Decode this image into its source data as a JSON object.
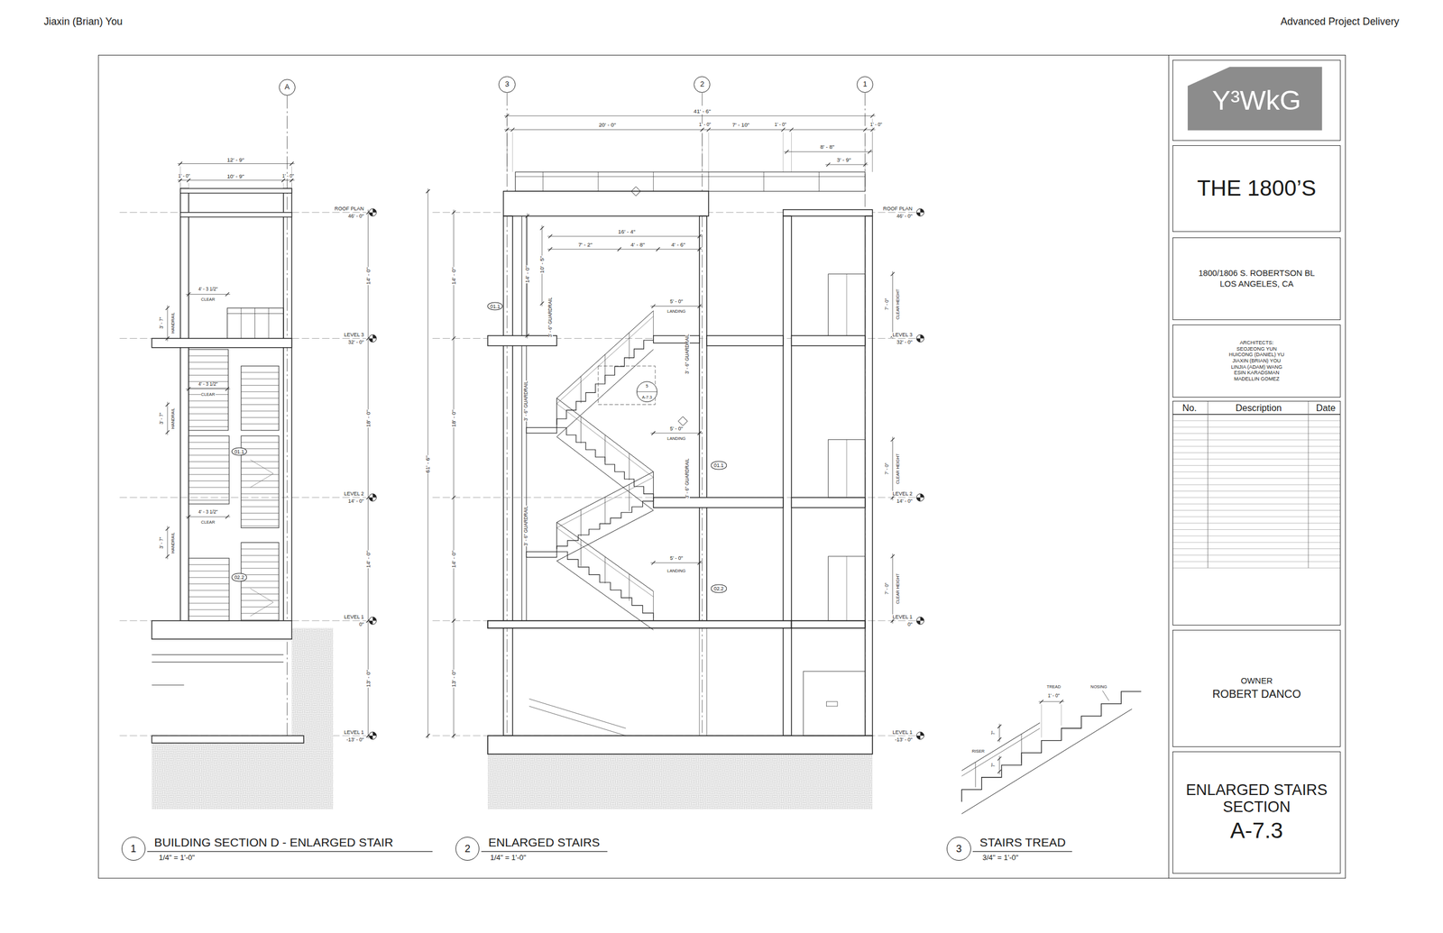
{
  "diagram": {
    "nodes": [
      {
        "text": [
          "A"
        ]
      },
      {
        "text": [
          "3"
        ]
      },
      {
        "text": [
          "2"
        ]
      },
      {
        "text": [
          "1"
        ]
      },
      {
        "text": [
          "1"
        ]
      },
      {
        "text": [
          "2"
        ]
      },
      {
        "text": [
          "3"
        ]
      },
      {
        "text": [
          "Y³WkG"
        ]
      },
      {
        "text": [
          "THE 1800’S"
        ]
      },
      {
        "text": [
          "1800/1806 S. ROBERTSON BL",
          "LOS ANGELES, CA"
        ]
      },
      {
        "text": [
          "ARCHITECTS:",
          "SEOJEONG YUN",
          "HUICONG (DANIEL) YU",
          "JIAXIN (BRIAN) YOU",
          "LINJIA (ADAM) WANG",
          "ESIN KARADSMAN",
          "MADELLIN GOMEZ"
        ]
      },
      {
        "text": [
          "No.",
          "Description",
          "Date"
        ]
      },
      {
        "text": [
          "OWNER",
          "ROBERT DANCO"
        ]
      },
      {
        "text": [
          "ENLARGED STAIRS SECTION",
          "A-7.3"
        ]
      }
    ],
    "labels": [
      "Jiaxin (Brian) You",
      "Advanced Project Delivery",
      "12' - 9\"",
      "1' - 0\"",
      "10' - 9\"",
      "1' - 0\"",
      "ROOF PLAN",
      "46' - 0\"",
      "LEVEL 3",
      "32' - 0\"",
      "LEVEL 2",
      "14' - 0\"",
      "LEVEL 1",
      "0\"",
      "LEVEL 1",
      "-13' - 0\"",
      "14' - 0\"",
      "18' - 0\"",
      "14' - 0\"",
      "13' - 0\"",
      "4' - 3 1/2\"",
      "CLEAR",
      "4' - 3 1/2\"",
      "CLEAR",
      "4' - 3 1/2\"",
      "CLEAR",
      "3' - 7\"",
      "HANDRAIL",
      "3' - 7\"",
      "HANDRAIL",
      "3' - 7\"",
      "HANDRAIL",
      "01.1",
      "02.2",
      "41' - 6\"",
      "20' - 0\"",
      "1' - 0\"",
      "7' - 10\"",
      "1' - 0\"",
      "1' - 0\"",
      "8' - 8\"",
      "3' - 9\"",
      "61' - 6\"",
      "14' - 0\"",
      "18' - 0\"",
      "14' - 0\"",
      "13' - 0\"",
      "14' - 0\"",
      "10' - 5\"",
      "16' - 4\"",
      "7' - 2\"",
      "4' - 8\"",
      "4' - 6\"",
      "5' - 0\"",
      "LANDING",
      "5' - 0\"",
      "LANDING",
      "5' - 0\"",
      "LANDING",
      "3' - 6\" GUARDRAIL",
      "3' - 6\" GUARDRAIL",
      "3' - 6\" GUARDRAIL",
      "3' - 6\" GUARDRAIL",
      "3' - 6\" GUARDRAIL",
      "01.1",
      "01.1",
      "02.2",
      "5",
      "A-7.3",
      "ROOF PLAN",
      "46' - 0\"",
      "LEVEL 3",
      "32' - 0\"",
      "LEVEL 2",
      "14' - 0\"",
      "LEVEL 1",
      "0\"",
      "LEVEL 1",
      "-13' - 0\"",
      "7' - 0\"",
      "CLEAR HEIGHT",
      "7' - 0\"",
      "CLEAR HEIGHT",
      "7' - 0\"",
      "CLEAR HEIGHT",
      "TREAD",
      "1' - 0\"",
      "NOSING",
      "7\"",
      "RISER",
      "7\"",
      "BUILDING SECTION D - ENLARGED STAIR",
      "1/4\" = 1'-0\"",
      "ENLARGED STAIRS",
      "1/4\" = 1'-0\"",
      "STAIRS TREAD",
      "3/4\" = 1'-0\""
    ]
  }
}
